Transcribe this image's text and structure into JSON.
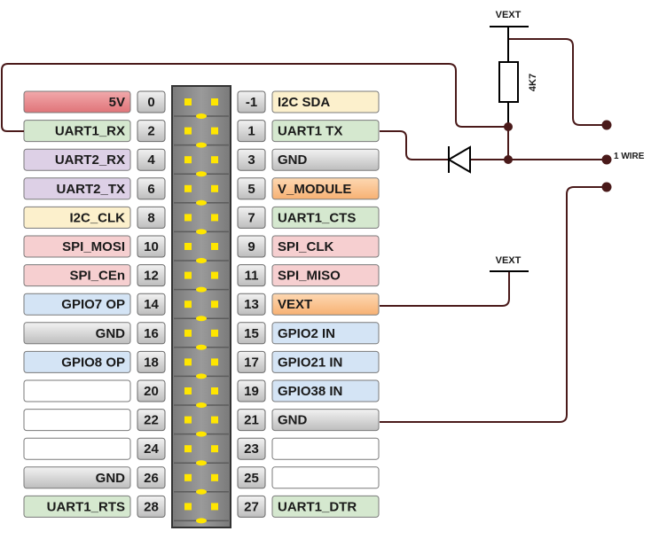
{
  "header": {
    "rows_left": [
      {
        "label": "5V",
        "pin": "0",
        "color": "red"
      },
      {
        "label": "UART1_RX",
        "pin": "2",
        "color": "green"
      },
      {
        "label": "UART2_RX",
        "pin": "4",
        "color": "purple"
      },
      {
        "label": "UART2_TX",
        "pin": "6",
        "color": "purple"
      },
      {
        "label": "I2C_CLK",
        "pin": "8",
        "color": "yellow"
      },
      {
        "label": "SPI_MOSI",
        "pin": "10",
        "color": "pink"
      },
      {
        "label": "SPI_CEn",
        "pin": "12",
        "color": "pink"
      },
      {
        "label": "GPIO7 OP",
        "pin": "14",
        "color": "blue"
      },
      {
        "label": "GND",
        "pin": "16",
        "color": "gray"
      },
      {
        "label": "GPIO8 OP",
        "pin": "18",
        "color": "blue"
      },
      {
        "label": "",
        "pin": "20",
        "color": "white"
      },
      {
        "label": "",
        "pin": "22",
        "color": "white"
      },
      {
        "label": "",
        "pin": "24",
        "color": "white"
      },
      {
        "label": "GND",
        "pin": "26",
        "color": "gray"
      },
      {
        "label": "UART1_RTS",
        "pin": "28",
        "color": "green"
      }
    ],
    "rows_right": [
      {
        "label": "I2C SDA",
        "pin": "-1",
        "color": "yellow"
      },
      {
        "label": "UART1 TX",
        "pin": "1",
        "color": "green"
      },
      {
        "label": "GND",
        "pin": "3",
        "color": "gray"
      },
      {
        "label": "V_MODULE",
        "pin": "5",
        "color": "orange"
      },
      {
        "label": "UART1_CTS",
        "pin": "7",
        "color": "green"
      },
      {
        "label": "SPI_CLK",
        "pin": "9",
        "color": "pink"
      },
      {
        "label": "SPI_MISO",
        "pin": "11",
        "color": "pink"
      },
      {
        "label": "VEXT",
        "pin": "13",
        "color": "orange"
      },
      {
        "label": "GPIO2   IN",
        "pin": "15",
        "color": "blue"
      },
      {
        "label": "GPIO21 IN",
        "pin": "17",
        "color": "blue"
      },
      {
        "label": "GPIO38 IN",
        "pin": "19",
        "color": "blue"
      },
      {
        "label": "GND",
        "pin": "21",
        "color": "gray"
      },
      {
        "label": "",
        "pin": "23",
        "color": "white"
      },
      {
        "label": "",
        "pin": "25",
        "color": "white"
      },
      {
        "label": "UART1_DTR",
        "pin": "27",
        "color": "green"
      }
    ]
  },
  "circuit": {
    "vext_top": "VEXT",
    "vext_mid": "VEXT",
    "resistor": "4K7",
    "one_wire": "1 WIRE"
  },
  "colors": {
    "red": "#e8868a",
    "green": "#d5e8cf",
    "purple": "#ddd0e6",
    "yellow": "#fcf0cc",
    "pink": "#f6cfd0",
    "blue": "#d4e4f5",
    "gray": "#d4d4d4",
    "orange": "#fbc794",
    "white": "#ffffff",
    "wire": "#4a1a1a",
    "header": "#888888"
  }
}
